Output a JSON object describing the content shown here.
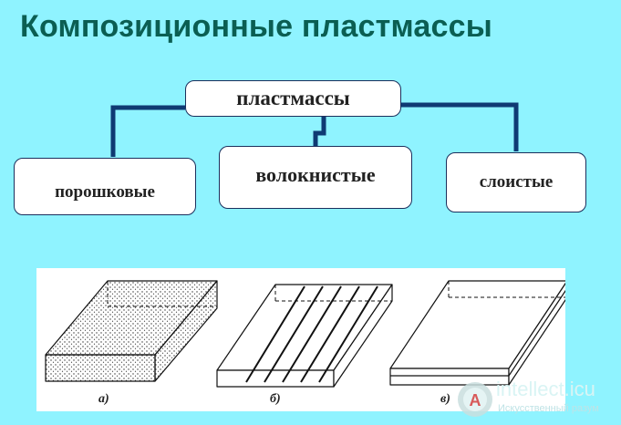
{
  "title": "Композиционные пластмассы",
  "root": {
    "label": "пластмассы"
  },
  "children": [
    {
      "label": "порошковые"
    },
    {
      "label": "волокнистые"
    },
    {
      "label": "слоистые"
    }
  ],
  "figures": [
    {
      "label": "а)"
    },
    {
      "label": "б)"
    },
    {
      "label": "в)"
    }
  ],
  "watermark": {
    "name": "intellect.icu",
    "tagline": "Искусственный разум"
  },
  "colors": {
    "background": "#8ff3ff",
    "title": "#0b5e52",
    "connector": "#0f3a73",
    "box_border": "#1b2f5c"
  }
}
